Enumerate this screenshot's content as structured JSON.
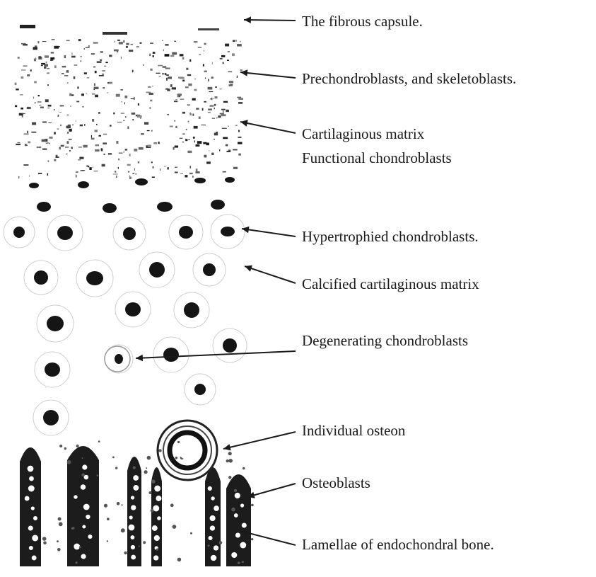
{
  "labels": {
    "fibrous_capsule": "The fibrous capsule.",
    "prechondroblasts": "Prechondroblasts, and skeletoblasts.",
    "cartilaginous_matrix": "Cartilaginous matrix",
    "functional_chondroblasts": "Functional chondroblasts",
    "hypertrophied": "Hypertrophied  chondroblasts.",
    "calcified_matrix": "Calcified cartilaginous matrix",
    "degenerating": "Degenerating chondroblasts",
    "osteon": "Individual osteon",
    "osteoblasts": "Osteoblasts",
    "lamellae": "Lamellae of endochondral bone."
  },
  "colors": {
    "ink": "#1a1a1a",
    "paper": "#ffffff"
  }
}
